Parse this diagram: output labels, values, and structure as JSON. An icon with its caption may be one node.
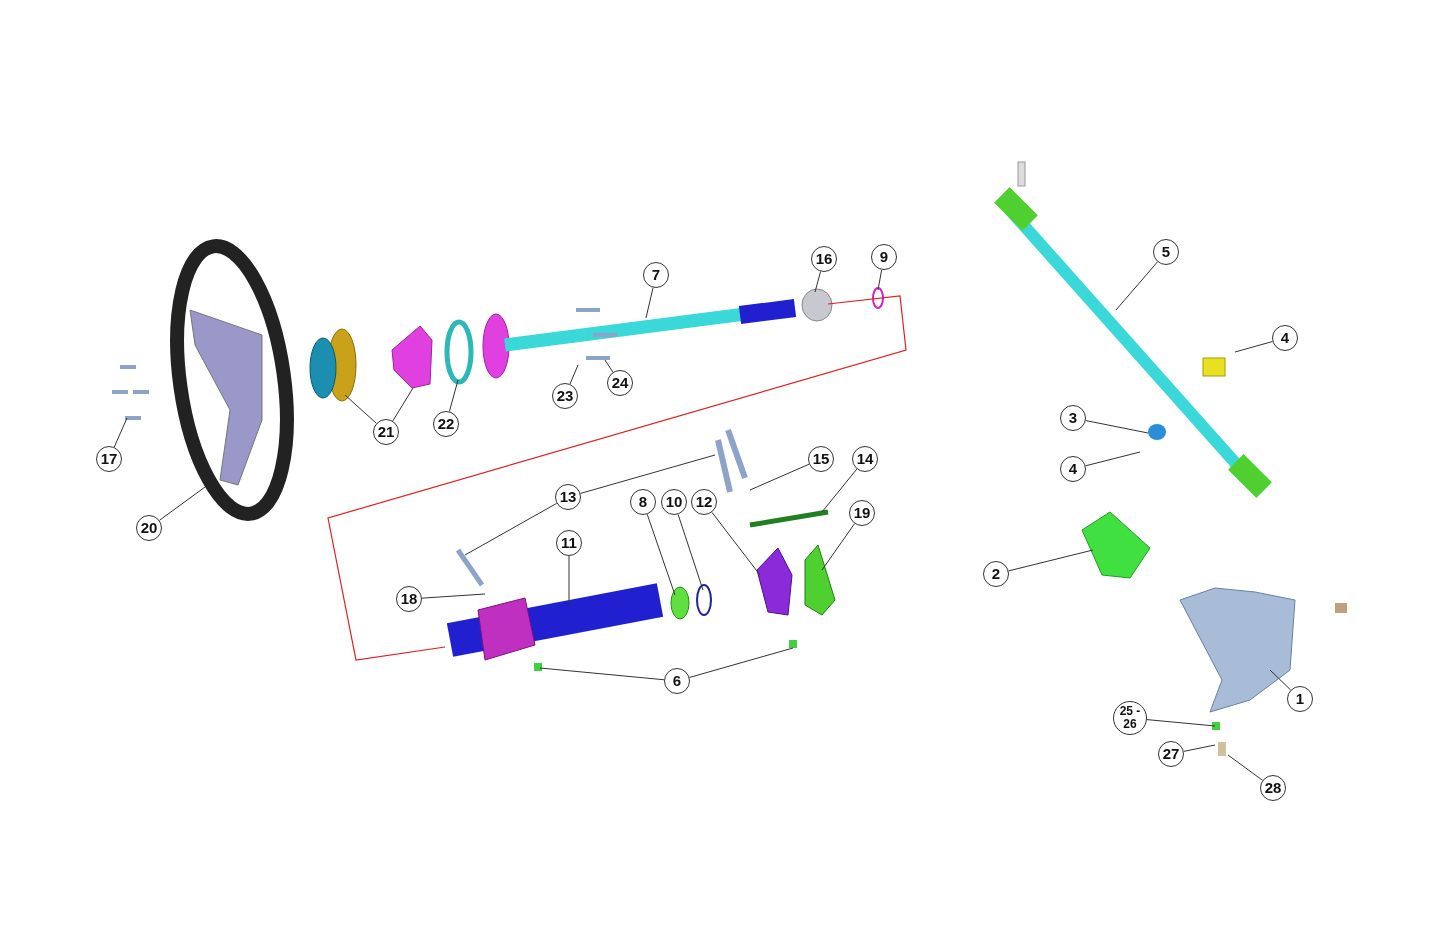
{
  "diagram": {
    "nodes": [
      {
        "text": [
          "20"
        ]
      },
      {
        "text": [
          "17"
        ]
      },
      {
        "text": [
          "21"
        ]
      },
      {
        "text": [
          "22"
        ]
      },
      {
        "text": [
          "23"
        ]
      },
      {
        "text": [
          "24"
        ]
      },
      {
        "text": [
          "7"
        ]
      },
      {
        "text": [
          "16"
        ]
      },
      {
        "text": [
          "9"
        ]
      },
      {
        "text": [
          "13"
        ]
      },
      {
        "text": [
          "15"
        ]
      },
      {
        "text": [
          "14"
        ]
      },
      {
        "text": [
          "8"
        ]
      },
      {
        "text": [
          "10"
        ]
      },
      {
        "text": [
          "12"
        ]
      },
      {
        "text": [
          "19"
        ]
      },
      {
        "text": [
          "11"
        ]
      },
      {
        "text": [
          "18"
        ]
      },
      {
        "text": [
          "6"
        ]
      },
      {
        "text": [
          "5"
        ]
      },
      {
        "text": [
          "4"
        ]
      },
      {
        "text": [
          "3"
        ]
      },
      {
        "text": [
          "4"
        ]
      },
      {
        "text": [
          "2"
        ]
      },
      {
        "text": [
          "1"
        ]
      },
      {
        "text": [
          "25 - 26"
        ]
      },
      {
        "text": [
          "27"
        ]
      },
      {
        "text": [
          "28"
        ]
      }
    ],
    "edges": [
      {
        "from": 0,
        "to": null,
        "arrow": "none"
      },
      {
        "from": 1,
        "to": null,
        "arrow": "none"
      },
      {
        "from": 2,
        "to": null,
        "arrow": "none"
      },
      {
        "from": 2,
        "to": null,
        "arrow": "none"
      },
      {
        "from": 3,
        "to": null,
        "arrow": "none"
      },
      {
        "from": 4,
        "to": null,
        "arrow": "none"
      },
      {
        "from": 5,
        "to": null,
        "arrow": "none"
      },
      {
        "from": 6,
        "to": null,
        "arrow": "none"
      },
      {
        "from": 7,
        "to": null,
        "arrow": "none"
      },
      {
        "from": 8,
        "to": null,
        "arrow": "none"
      },
      {
        "from": 9,
        "to": null,
        "arrow": "none"
      },
      {
        "from": 9,
        "to": null,
        "arrow": "none"
      },
      {
        "from": 10,
        "to": null,
        "arrow": "none"
      },
      {
        "from": 11,
        "to": null,
        "arrow": "none"
      },
      {
        "from": 12,
        "to": null,
        "arrow": "none"
      },
      {
        "from": 13,
        "to": null,
        "arrow": "none"
      },
      {
        "from": 14,
        "to": null,
        "arrow": "none"
      },
      {
        "from": 15,
        "to": null,
        "arrow": "none"
      },
      {
        "from": 16,
        "to": null,
        "arrow": "none"
      },
      {
        "from": 17,
        "to": null,
        "arrow": "none"
      },
      {
        "from": 18,
        "to": null,
        "arrow": "none"
      },
      {
        "from": 18,
        "to": null,
        "arrow": "none"
      },
      {
        "from": 19,
        "to": null,
        "arrow": "none"
      },
      {
        "from": 20,
        "to": null,
        "arrow": "none"
      },
      {
        "from": 21,
        "to": null,
        "arrow": "none"
      },
      {
        "from": 22,
        "to": null,
        "arrow": "none"
      },
      {
        "from": 23,
        "to": null,
        "arrow": "none"
      },
      {
        "from": 24,
        "to": null,
        "arrow": "none"
      },
      {
        "from": 25,
        "to": null,
        "arrow": "none"
      },
      {
        "from": 26,
        "to": null,
        "arrow": "none"
      },
      {
        "from": 27,
        "to": null,
        "arrow": "none"
      }
    ]
  }
}
